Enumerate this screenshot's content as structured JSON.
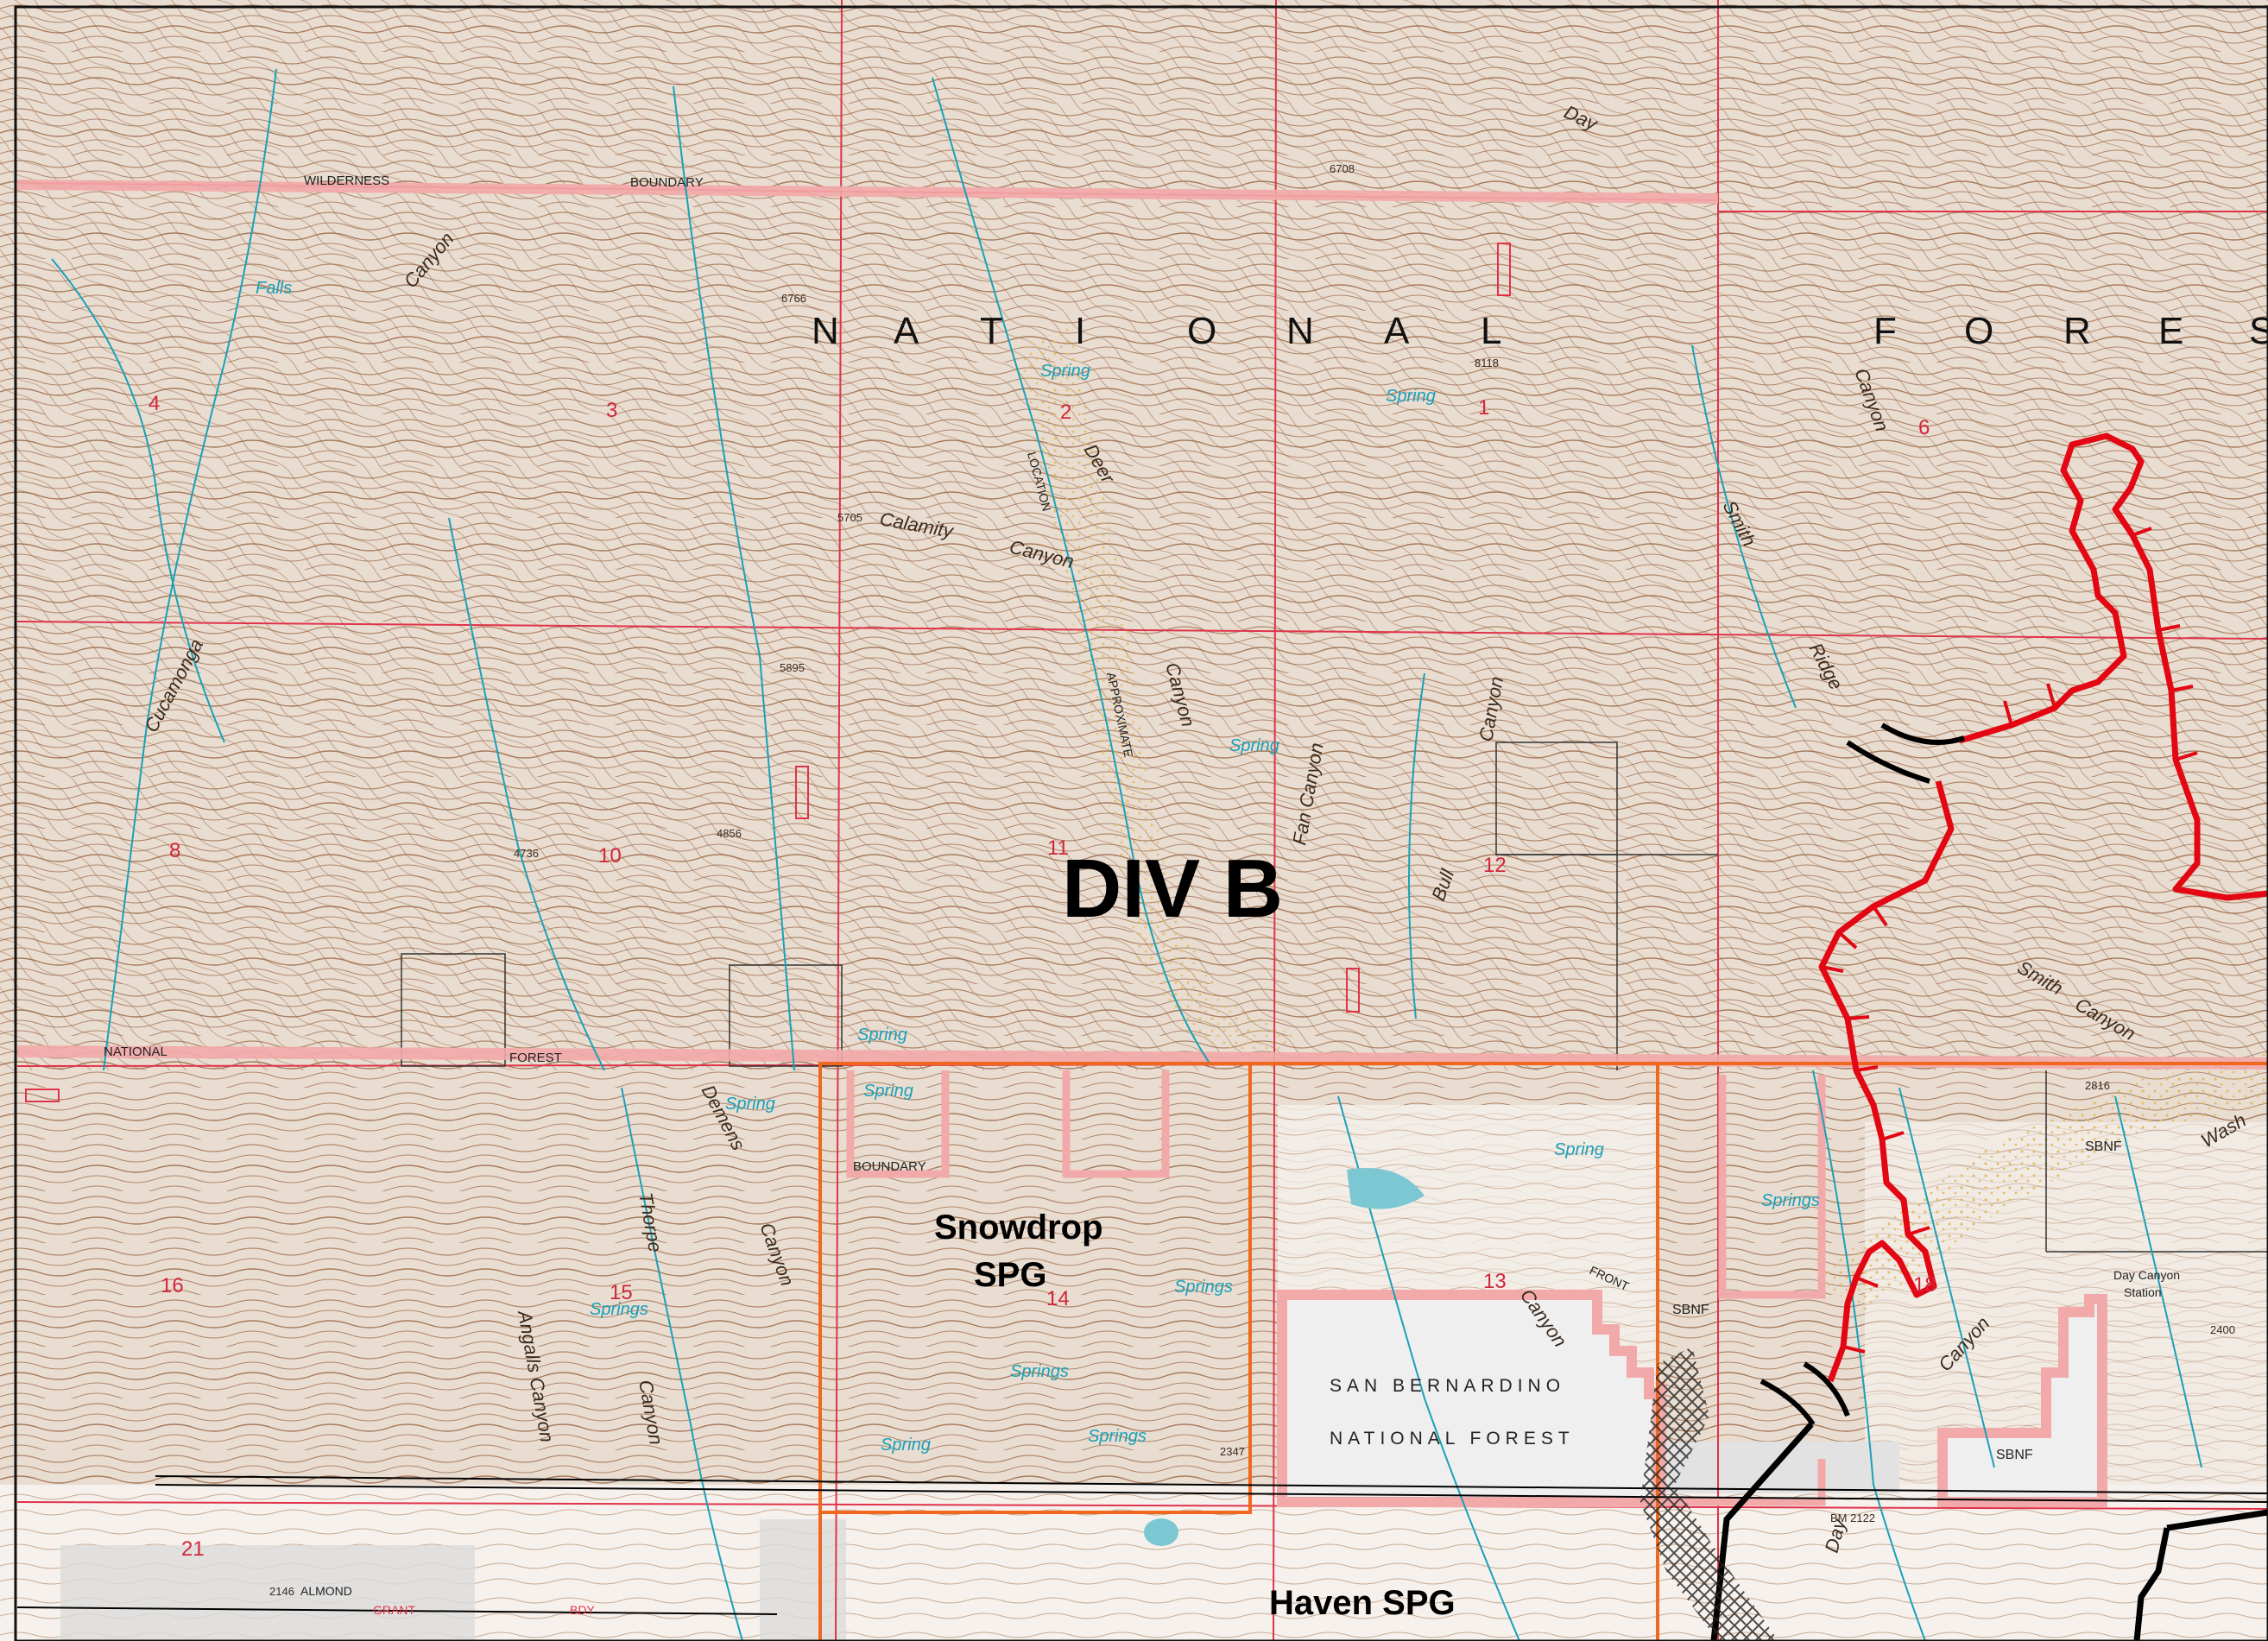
{
  "map": {
    "national_forest_letters_left": [
      "N",
      "A",
      "T",
      "I",
      "O",
      "N",
      "A",
      "L"
    ],
    "national_forest_letters_right": [
      "F",
      "O",
      "R",
      "E",
      "S"
    ],
    "division_label": "DIV B",
    "spg_labels": {
      "snowdrop_line1": "Snowdrop",
      "snowdrop_line2": "SPG",
      "haven": "Haven SPG"
    },
    "boundary_labels": {
      "wilderness": "WILDERNESS",
      "boundary_top": "BOUNDARY",
      "national": "NATIONAL",
      "forest": "FOREST",
      "boundary_low": "BOUNDARY"
    },
    "section_numbers": [
      "4",
      "3",
      "2",
      "1",
      "6",
      "8",
      "10",
      "11",
      "12",
      "16",
      "15",
      "14",
      "13",
      "18",
      "21"
    ],
    "place_names": {
      "cucamonga": "Cucamonga",
      "canyon_upper_left": "Canyon",
      "deer": "Deer",
      "calamity": "Calamity",
      "canyon_calamity": "Canyon",
      "canyon_deer": "Canyon",
      "day": "Day",
      "canyon_right": "Canyon",
      "smith": "Smith",
      "ridge": "Ridge",
      "fan_canyon": "Fan Canyon",
      "bull": "Bull",
      "canyon_bull": "Canyon",
      "demens": "Demens",
      "canyon_demens": "Canyon",
      "thorpe": "Thorpe",
      "angalls_canyon": "Angalls Canyon",
      "canyon_low": "Canyon",
      "smith_canyon": "Smith",
      "canyon_smith_low": "Canyon",
      "day_low": "Day",
      "canyon_day_low": "Canyon",
      "wash": "Wash",
      "day_canyon_station_1": "Day Canyon",
      "day_canyon_station_2": "Station",
      "location": "LOCATION",
      "approximate": "APPROXIMATE",
      "front": "FRONT",
      "almond": "ALMOND",
      "grant": "GRANT",
      "bdy": "BDY",
      "sbnf_1": "SBNF",
      "sbnf_2": "SBNF",
      "sbnf_3": "SBNF",
      "sbnf_big_1": "SAN BERNARDINO",
      "sbnf_big_2": "NATIONAL FOREST"
    },
    "water_labels": [
      "Spring",
      "Spring",
      "Spring",
      "Spring",
      "Spring",
      "Spring",
      "Springs",
      "Springs",
      "Springs",
      "Springs",
      "Spring",
      "Springs",
      "Spring",
      "Falls"
    ],
    "elevations": [
      "6766",
      "6708",
      "8118",
      "5705",
      "5895",
      "4736",
      "4856",
      "2816",
      "2347",
      "BM 2122",
      "2400",
      "2146"
    ],
    "colors": {
      "contour": "#b0876a",
      "section_line": "#e0334a",
      "fire_line": "#e30613",
      "orange_box": "#f0681e",
      "water": "#1aa0b8",
      "pink_boundary": "#f2a9a9"
    }
  }
}
